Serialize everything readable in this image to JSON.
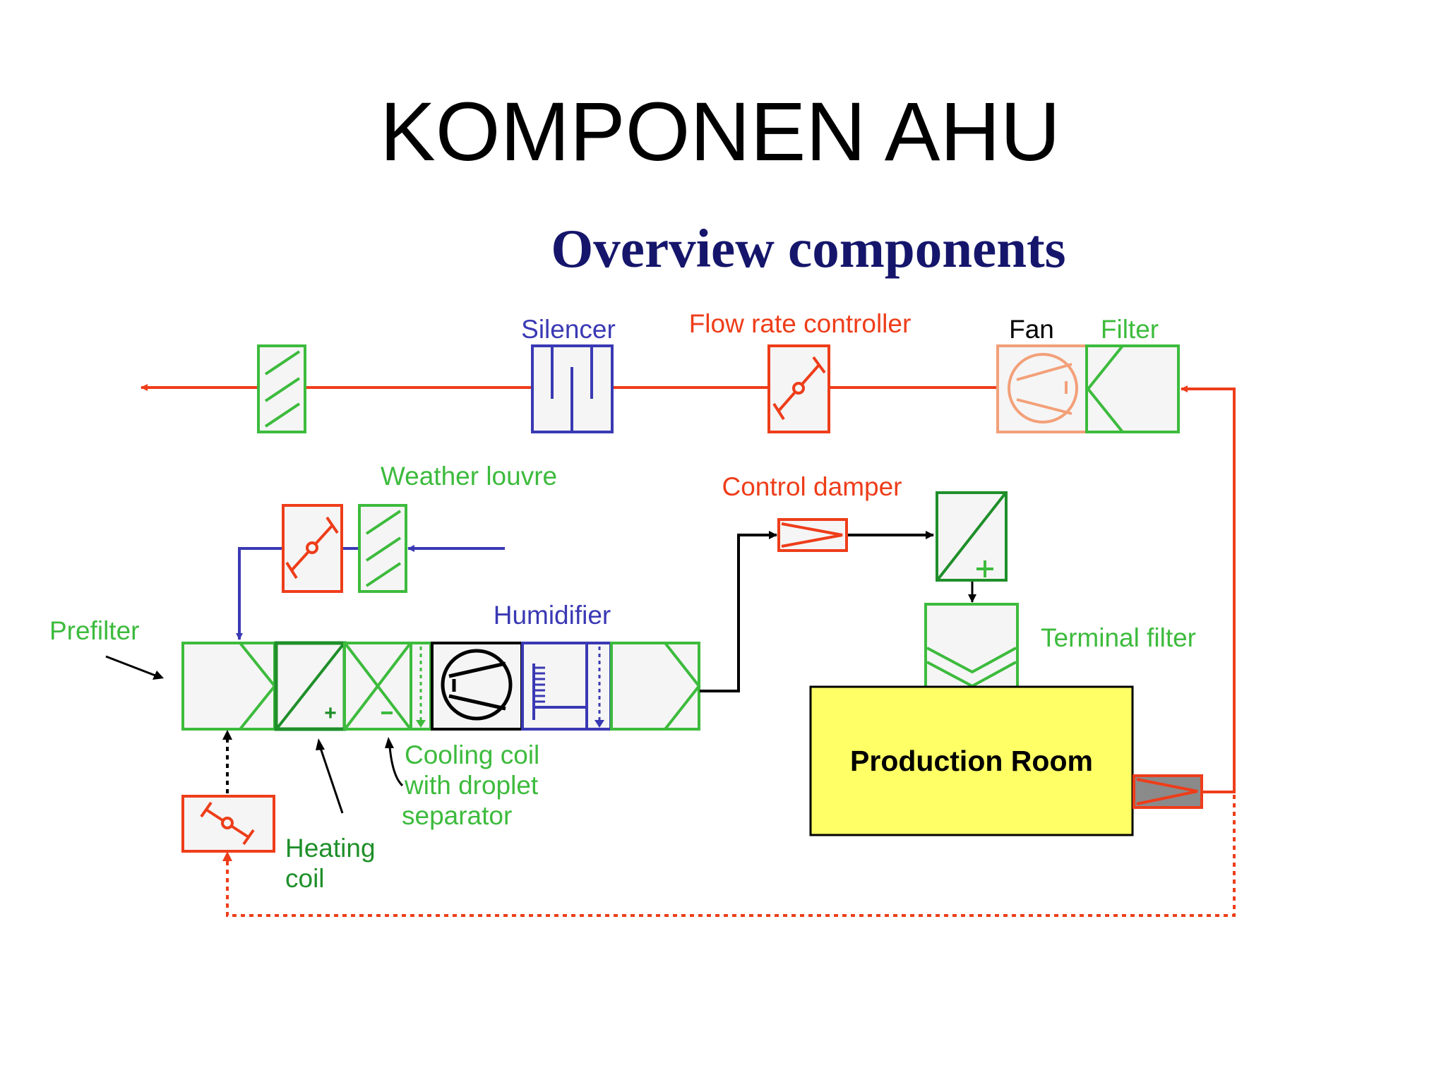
{
  "title": "KOMPONEN AHU",
  "subtitle": "Overview components",
  "colors": {
    "red": "#ee3d1a",
    "green": "#3dbb3d",
    "dark_green": "#1f8f2a",
    "blue": "#3a39b4",
    "navy": "#15166b",
    "salmon": "#f3a079",
    "yellow": "#ffff66",
    "box_fill": "#f5f5f5",
    "gray": "#8a8a8a"
  },
  "labels": {
    "silencer": "Silencer",
    "flow_rate_controller": "Flow rate controller",
    "fan": "Fan",
    "filter": "Filter",
    "weather_louvre": "Weather louvre",
    "control_damper": "Control damper",
    "humidifier": "Humidifier",
    "prefilter": "Prefilter",
    "terminal_filter": "Terminal filter",
    "cooling_coil": [
      "Cooling coil",
      "with droplet",
      "separator"
    ],
    "heating_coil": [
      "Heating",
      "coil"
    ],
    "production_room": "Production Room"
  }
}
